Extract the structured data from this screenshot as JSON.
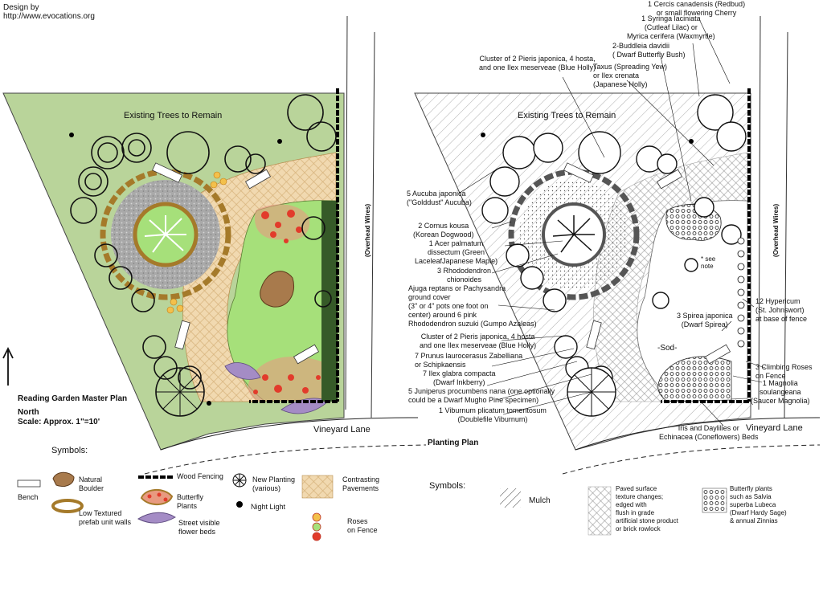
{
  "credit": "Design by\nhttp://www.evocations.org",
  "master": {
    "existing_trees": "Existing Trees to Remain",
    "overhead": "(Overhead Wires)",
    "title": "Reading Garden Master Plan",
    "north": "North",
    "scale": "Scale: Approx. 1\"=10'",
    "lane": "Vineyard Lane"
  },
  "planting": {
    "existing_trees": "Existing Trees to Remain",
    "overhead": "(Overhead Wires)",
    "title": "Planting Plan",
    "lane": "Vineyard Lane",
    "sod": "-Sod-",
    "see_note": "* see\nnote"
  },
  "callouts": {
    "redbud": "1 Cercis canadensis (Redbud)\nor small flowering Cherry",
    "lilac": "1 Syringa laciniata\n(Cutleaf Lilac) or\nMyrica cerifera (Waxmyrtle)",
    "buddleia": "2-Buddleia davidii\n( Dwarf Butterfly Bush)",
    "taxus": "Taxus (Spreading Yew)\nor Ilex crenata\n(Japanese Holly)",
    "pieris_top": "Cluster of 2 Pieris japonica, 4 hosta,\nand one Ilex meserveae (Blue Holly)",
    "aucuba": "5 Aucuba japonica\n(\"Golddust\" Aucuba)",
    "cornus": "2 Cornus kousa\n(Korean Dogwood)",
    "acer": "1 Acer palmatum\ndissectum (Green\nLaceleafJapanese Maple)",
    "rhodo": "3 Rhododendron\nchionoides",
    "ajuga": "Ajuga reptans or Pachysandra\nground cover\n(3\" or 4\" pots one foot on\ncenter) around 6 pink\nRhododendron suzuki (Gumpo Azaleas)",
    "pieris_mid": "Cluster of 2 Pieris japonica, 4 hosta\nand one Ilex meserveae (Blue Holly)",
    "prunus": "7 Prunus laurocerasus Zabelliana\nor Schipkaensis",
    "ilex_glabra": "7 Ilex glabra compacta\n(Dwarf Inkberry)",
    "juniperus": "5 Juniperus procumbens nana (one optionally\ncould be a Dwarf Mugho Pine specimen)",
    "viburnum": "1 Viburnum plicatum tomentosum\n(Doublefile Viburnum)",
    "spirea": "3 Spirea japonica\n(Dwarf Spirea)",
    "hypericum": "12 Hypericum\n(St. Johnswort)\nat base of fence",
    "roses": "3 Climbing Roses\non Fence",
    "magnolia": "1 Magnolia\nsoulangeana\n(Saucer Magnolia)",
    "iris": "Iris and Daylilies or\nEchinacea (Coneflowers) Beds"
  },
  "legend_left": {
    "title": "Symbols:",
    "bench": "Bench",
    "boulder": "Natural\nBoulder",
    "walls": "Low Textured\nprefab unit walls",
    "fencing": "Wood Fencing",
    "butterfly": "Butterfly\nPlants",
    "flower_beds": "Street visible\nflower beds",
    "new_planting": "New Planting\n(various)",
    "night_light": "Night Light",
    "pavements": "Contrasting\nPavements",
    "roses": "Roses\non Fence"
  },
  "legend_right": {
    "title": "Symbols:",
    "mulch": "Mulch",
    "paved": "Paved surface\ntexture changes;\nedged with\nflush in grade\nartificial stone product\nor brick rowlock",
    "butterfly": "Butterfly plants\nsuch as Salvia\nsuperba Lubeca\n(Dwarf Hardy Sage)\n& annual Zinnias"
  },
  "colors": {
    "lawn": "#b9d49a",
    "lawn_light": "#a6e07a",
    "paving": "#f1d9b0",
    "wall": "#a57a2a",
    "rose_red": "#e23b2b",
    "hedge": "#365a28"
  }
}
